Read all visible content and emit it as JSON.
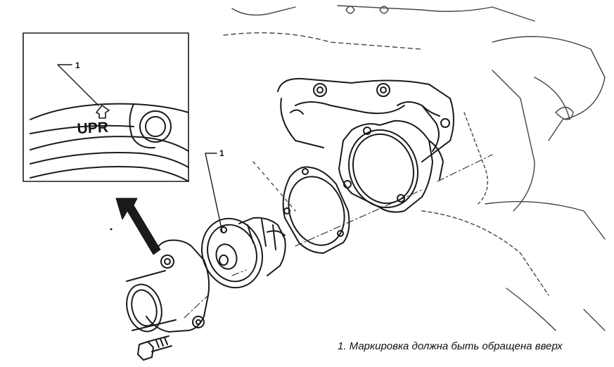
{
  "inset": {
    "callout_number": "1",
    "marking_text": "UPR"
  },
  "main": {
    "callout_number": "1"
  },
  "caption": {
    "text": "1. Маркировка должна быть обращена вверх"
  },
  "colors": {
    "line": "#1a1a1a",
    "background": "#ffffff"
  }
}
